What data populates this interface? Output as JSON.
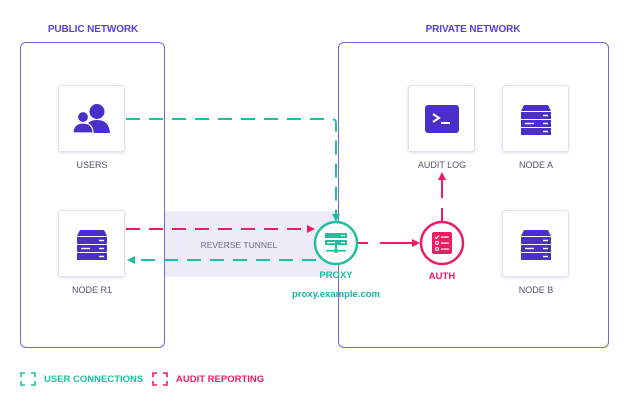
{
  "colors": {
    "brand_purple": "#5b3fd6",
    "box_border": "#7d63d9",
    "user_connections": "#1fbf9f",
    "audit_reporting": "#ec1d63",
    "tunnel_bg": "#eeebf8"
  },
  "networks": {
    "public": {
      "title": "PUBLIC NETWORK"
    },
    "private": {
      "title": "PRIVATE NETWORK"
    }
  },
  "nodes": {
    "users": {
      "label": "USERS",
      "icon": "users-icon"
    },
    "node_r1": {
      "label": "NODE R1",
      "icon": "server-icon"
    },
    "audit_log": {
      "label": "AUDIT LOG",
      "icon": "terminal-icon"
    },
    "node_a": {
      "label": "NODE A",
      "icon": "server-icon"
    },
    "node_b": {
      "label": "NODE B",
      "icon": "server-icon"
    }
  },
  "proxy": {
    "label": "PROXY",
    "host": "proxy.example.com",
    "icon": "proxy-server-icon"
  },
  "auth": {
    "label": "AUTH",
    "icon": "checklist-icon"
  },
  "tunnel": {
    "label": "REVERSE TUNNEL"
  },
  "legend": [
    {
      "label": "USER CONNECTIONS",
      "color": "#1fbf9f"
    },
    {
      "label": "AUDIT REPORTING",
      "color": "#ec1d63"
    }
  ]
}
